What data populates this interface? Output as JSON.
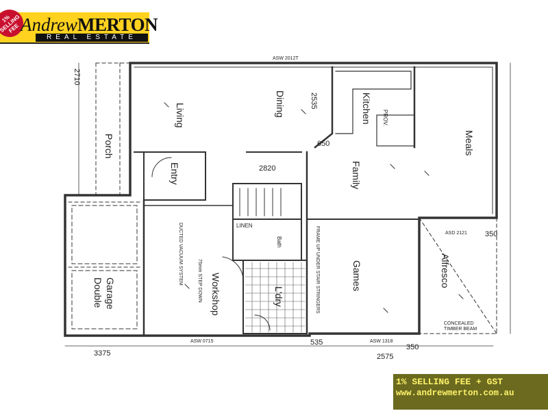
{
  "brand": {
    "badge": "1% SELLING FEE",
    "name_first": "Andrew",
    "name_last": "MERTON",
    "sub": "REAL ESTATE"
  },
  "promo": {
    "fee": "1% SELLING FEE + GST",
    "url": "www.andrewmerton.com.au"
  },
  "rooms": {
    "living": "Living",
    "dining": "Dining",
    "kitchen": "Kitchen",
    "meals": "Meals",
    "family": "Family",
    "porch": "Porch",
    "entry": "Entry",
    "linen": "LINEN",
    "games": "Games",
    "alfresco": "Alfresco",
    "workshop": "Workshop",
    "laundry": "L'dry",
    "garage_1": "Double",
    "garage_2": "Garage",
    "bath": "Bath"
  },
  "dims": {
    "d2535": "2535",
    "d650": "650",
    "d2820": "2820",
    "d3375": "3375",
    "d2575": "2575",
    "d350": "350",
    "d1535": "535",
    "d2710": "2710"
  },
  "notes": {
    "asw_top": "ASW 2012T",
    "asw_bottom_left": "ASW 0715",
    "asw_bottom_right": "ASW 1318",
    "asd": "ASD 2121",
    "concealed": "CONCEALED",
    "timber_beam": "TIMBER BEAM",
    "frame_up": "FRAME UP UNDER STAIR STRINGERS",
    "ducted": "DUCTED VACUUM SYSTEM",
    "step_down": "75mm STEP DOWN",
    "prov": "PROV."
  }
}
